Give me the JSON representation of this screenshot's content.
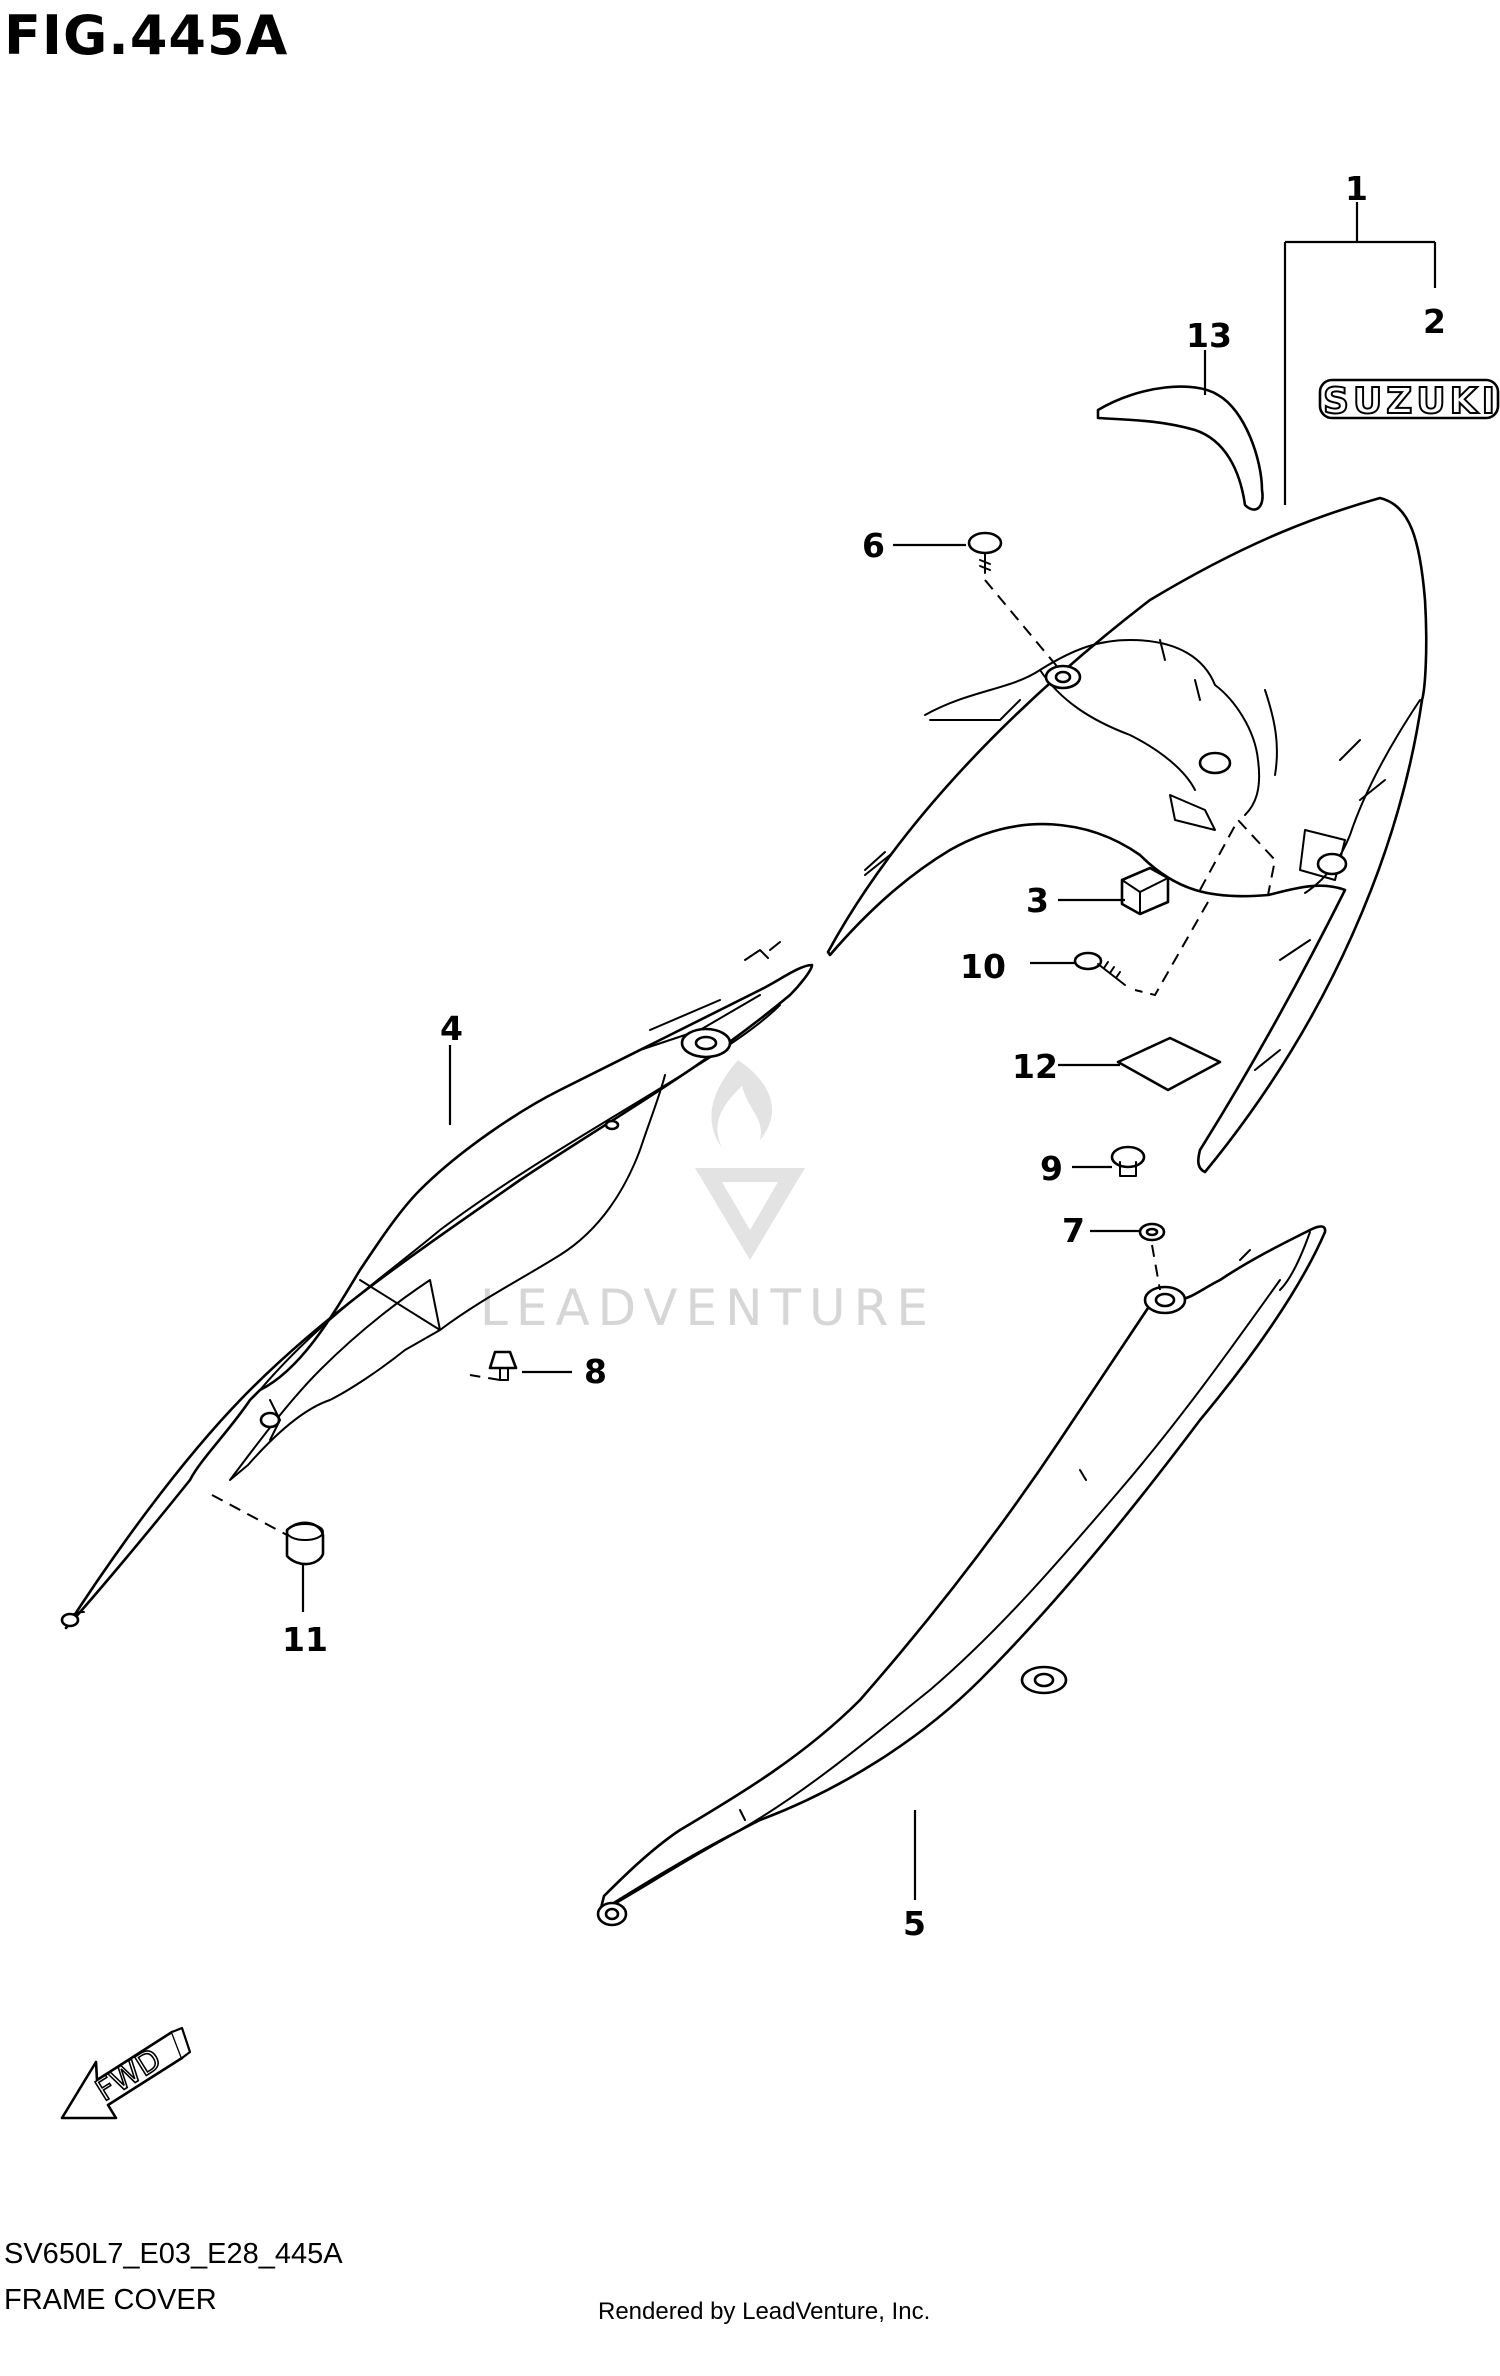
{
  "figure": {
    "title": "FIG.445A",
    "code": "SV650L7_E03_E28_445A",
    "name": "FRAME COVER",
    "rendered_by": "Rendered by LeadVenture, Inc."
  },
  "watermark": {
    "text": "LEADVENTURE"
  },
  "logo": {
    "text": "SUZUKI"
  },
  "direction": {
    "text": "FWD"
  },
  "callouts": [
    {
      "id": "c1",
      "label": "1"
    },
    {
      "id": "c2",
      "label": "2"
    },
    {
      "id": "c3",
      "label": "3"
    },
    {
      "id": "c4",
      "label": "4"
    },
    {
      "id": "c5",
      "label": "5"
    },
    {
      "id": "c6",
      "label": "6"
    },
    {
      "id": "c7",
      "label": "7"
    },
    {
      "id": "c8",
      "label": "8"
    },
    {
      "id": "c9",
      "label": "9"
    },
    {
      "id": "c10",
      "label": "10"
    },
    {
      "id": "c11",
      "label": "11"
    },
    {
      "id": "c12",
      "label": "12"
    },
    {
      "id": "c13",
      "label": "13"
    }
  ]
}
